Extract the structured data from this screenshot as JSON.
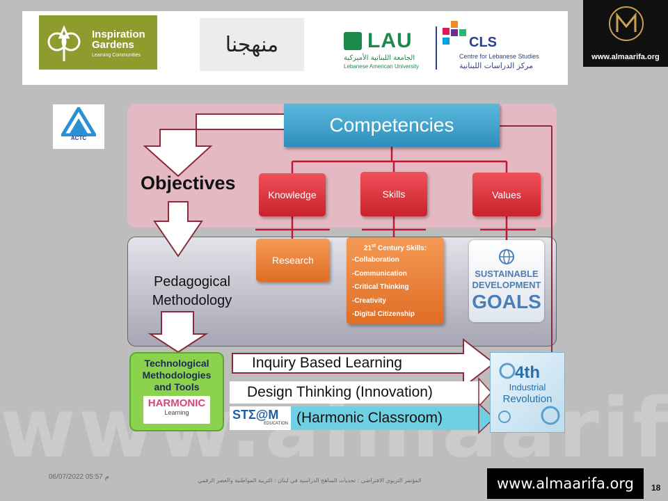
{
  "watermark": "www.almaarifa.org",
  "logos": {
    "inspiration_title": "Inspiration",
    "inspiration_title2": "Gardens",
    "inspiration_tagline": "Learning Communities",
    "manhajna": "منهجنا",
    "lau": "LAU",
    "lau_arabic": "الجامعة اللبنانية الأميركية",
    "lau_english": "Lebanese American University",
    "cls": "CLS",
    "cls_english": "Centre for Lebanese Studies",
    "cls_arabic": "مركز الدراسات اللبنانية",
    "corner_url": "www.almaarifa.org",
    "actc": "ACTC"
  },
  "diagram": {
    "competencies": "Competencies",
    "knowledge": "Knowledge",
    "skills": "Skills",
    "values": "Values",
    "objectives": "Objectives",
    "research": "Research",
    "century_sup": "st",
    "century_pre": "21",
    "century_post": " Century Skills:",
    "skills_list": [
      "-Collaboration",
      "-Communication",
      "-Critical Thinking",
      "-Creativity",
      "-Digital Citizenship"
    ],
    "sdg_line1": "SUSTAINABLE",
    "sdg_line2": "DEVELOPMENT",
    "sdg_line3": "GOALS",
    "pedagogical_1": "Pedagogical",
    "pedagogical_2": "Methodology",
    "tech_1": "Technological",
    "tech_2": "Methodologies",
    "tech_3": "and Tools",
    "harmonic": "HARMONIC",
    "harmonic_sub": "Learning",
    "inquiry": "Inquiry Based Learning",
    "design": "Design Thinking (Innovation)",
    "steam": "STΣ@M",
    "steam_sub": "EDUCATION",
    "harmonic_classroom": "(Harmonic Classroom)",
    "industrial_1": "4th",
    "industrial_2": "Industrial",
    "industrial_3": "Revolution"
  },
  "footer": {
    "datetime": "06/07/2022 05:57 م",
    "conference": "المؤتمر التربوي الافتراضي : تحديات المناهج الدراسية في لبنان : التربية المواطنية والعصر الرقمي",
    "site": "www.almaarifa.org",
    "page_number": "18"
  },
  "colors": {
    "competencies": "#3fa6d2",
    "red_box": "#e0363f",
    "orange_box": "#ec8240",
    "green_box": "#8bd34f",
    "arrow_outline": "#8b2a3a",
    "connector": "#c01830"
  }
}
